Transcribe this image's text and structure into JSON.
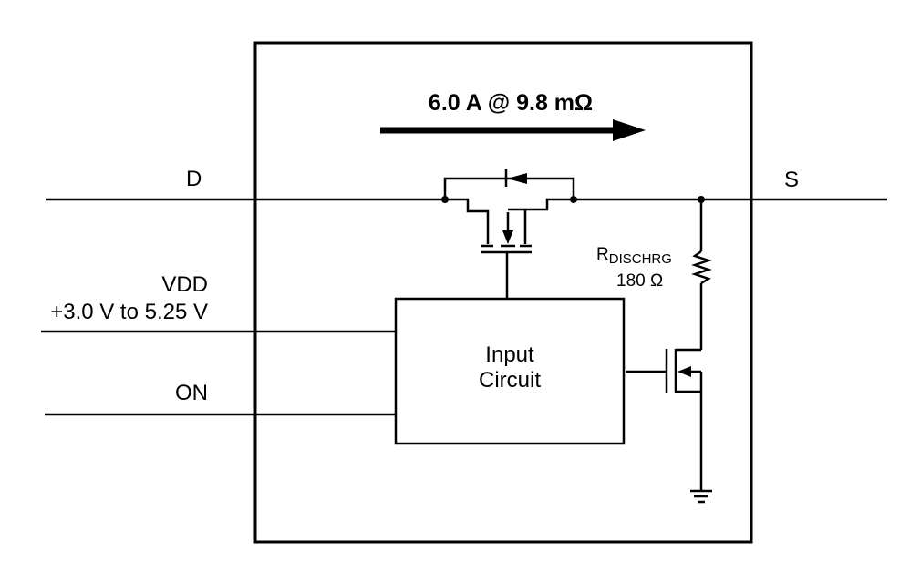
{
  "diagram": {
    "type": "circuit-block-diagram",
    "current_annotation": "6.0 A @ 9.8 mΩ",
    "pins": {
      "drain": "D",
      "source": "S",
      "vdd": "VDD",
      "vdd_range": "+3.0 V to 5.25 V",
      "on": "ON"
    },
    "blocks": {
      "input_circuit_line1": "Input",
      "input_circuit_line2": "Circuit"
    },
    "resistor": {
      "name_main": "R",
      "name_sub": "DISCHRG",
      "value": "180 Ω"
    },
    "components": [
      "pass-mosfet",
      "body-diode",
      "discharge-resistor",
      "discharge-mosfet",
      "ground"
    ],
    "colors": {
      "line": "#000000",
      "background": "#ffffff"
    }
  }
}
